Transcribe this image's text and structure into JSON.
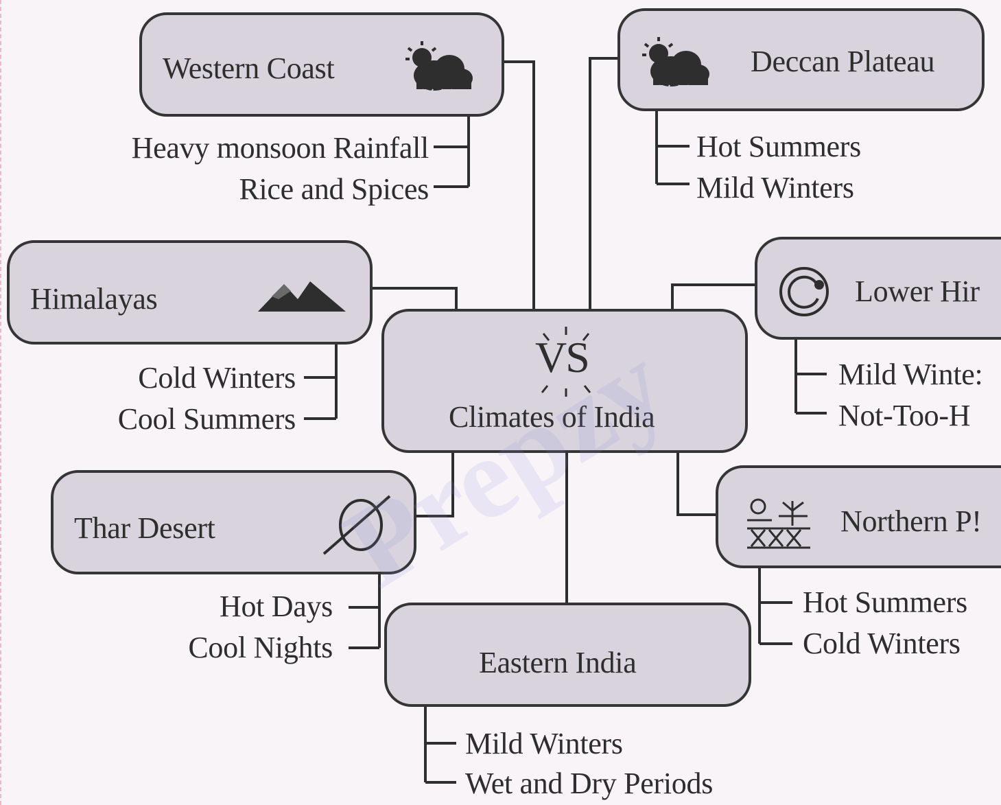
{
  "center": {
    "vs_label": "VS",
    "title": "Climates of India"
  },
  "regions": {
    "western_coast": {
      "title": "Western Coast",
      "icon": "cloud-sun-rain-icon",
      "items": [
        "Heavy monsoon Rainfall",
        "Rice and Spices"
      ]
    },
    "deccan_plateau": {
      "title": "Deccan Plateau",
      "icon": "cloud-sun-rain-icon",
      "items": [
        "Hot Summers",
        "Mild Winters"
      ]
    },
    "himalayas": {
      "title": "Himalayas",
      "icon": "mountains-icon",
      "items": [
        "Cold Winters",
        "Cool Summers"
      ]
    },
    "lower_himalayas": {
      "title": "Lower Hir",
      "icon": "circle-dot-icon",
      "items": [
        "Mild Winte:",
        "Not-Too-H"
      ]
    },
    "thar_desert": {
      "title": "Thar Desert",
      "icon": "empty-set-icon",
      "items": [
        "Hot Days",
        "Cool Nights"
      ]
    },
    "northern_plains": {
      "title": "Northern P!",
      "icon": "field-plant-icon",
      "items": [
        "Hot Summers",
        "Cold Winters"
      ]
    },
    "eastern_india": {
      "title": "Eastern India",
      "icon": "",
      "items": [
        "Mild Winters",
        "Wet and Dry Periods"
      ]
    }
  },
  "watermark": "Prepzy",
  "colors": {
    "box_fill": "#d8d3dc",
    "box_border": "#353535",
    "background": "#f8f4f8",
    "text": "#2e2e2e"
  }
}
